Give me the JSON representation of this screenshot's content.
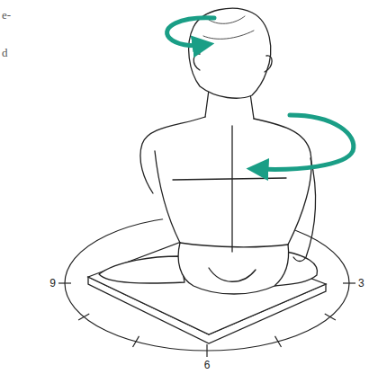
{
  "diagram": {
    "labels": [
      "e-",
      "d",
      "9",
      "3",
      "6"
    ]
  }
}
